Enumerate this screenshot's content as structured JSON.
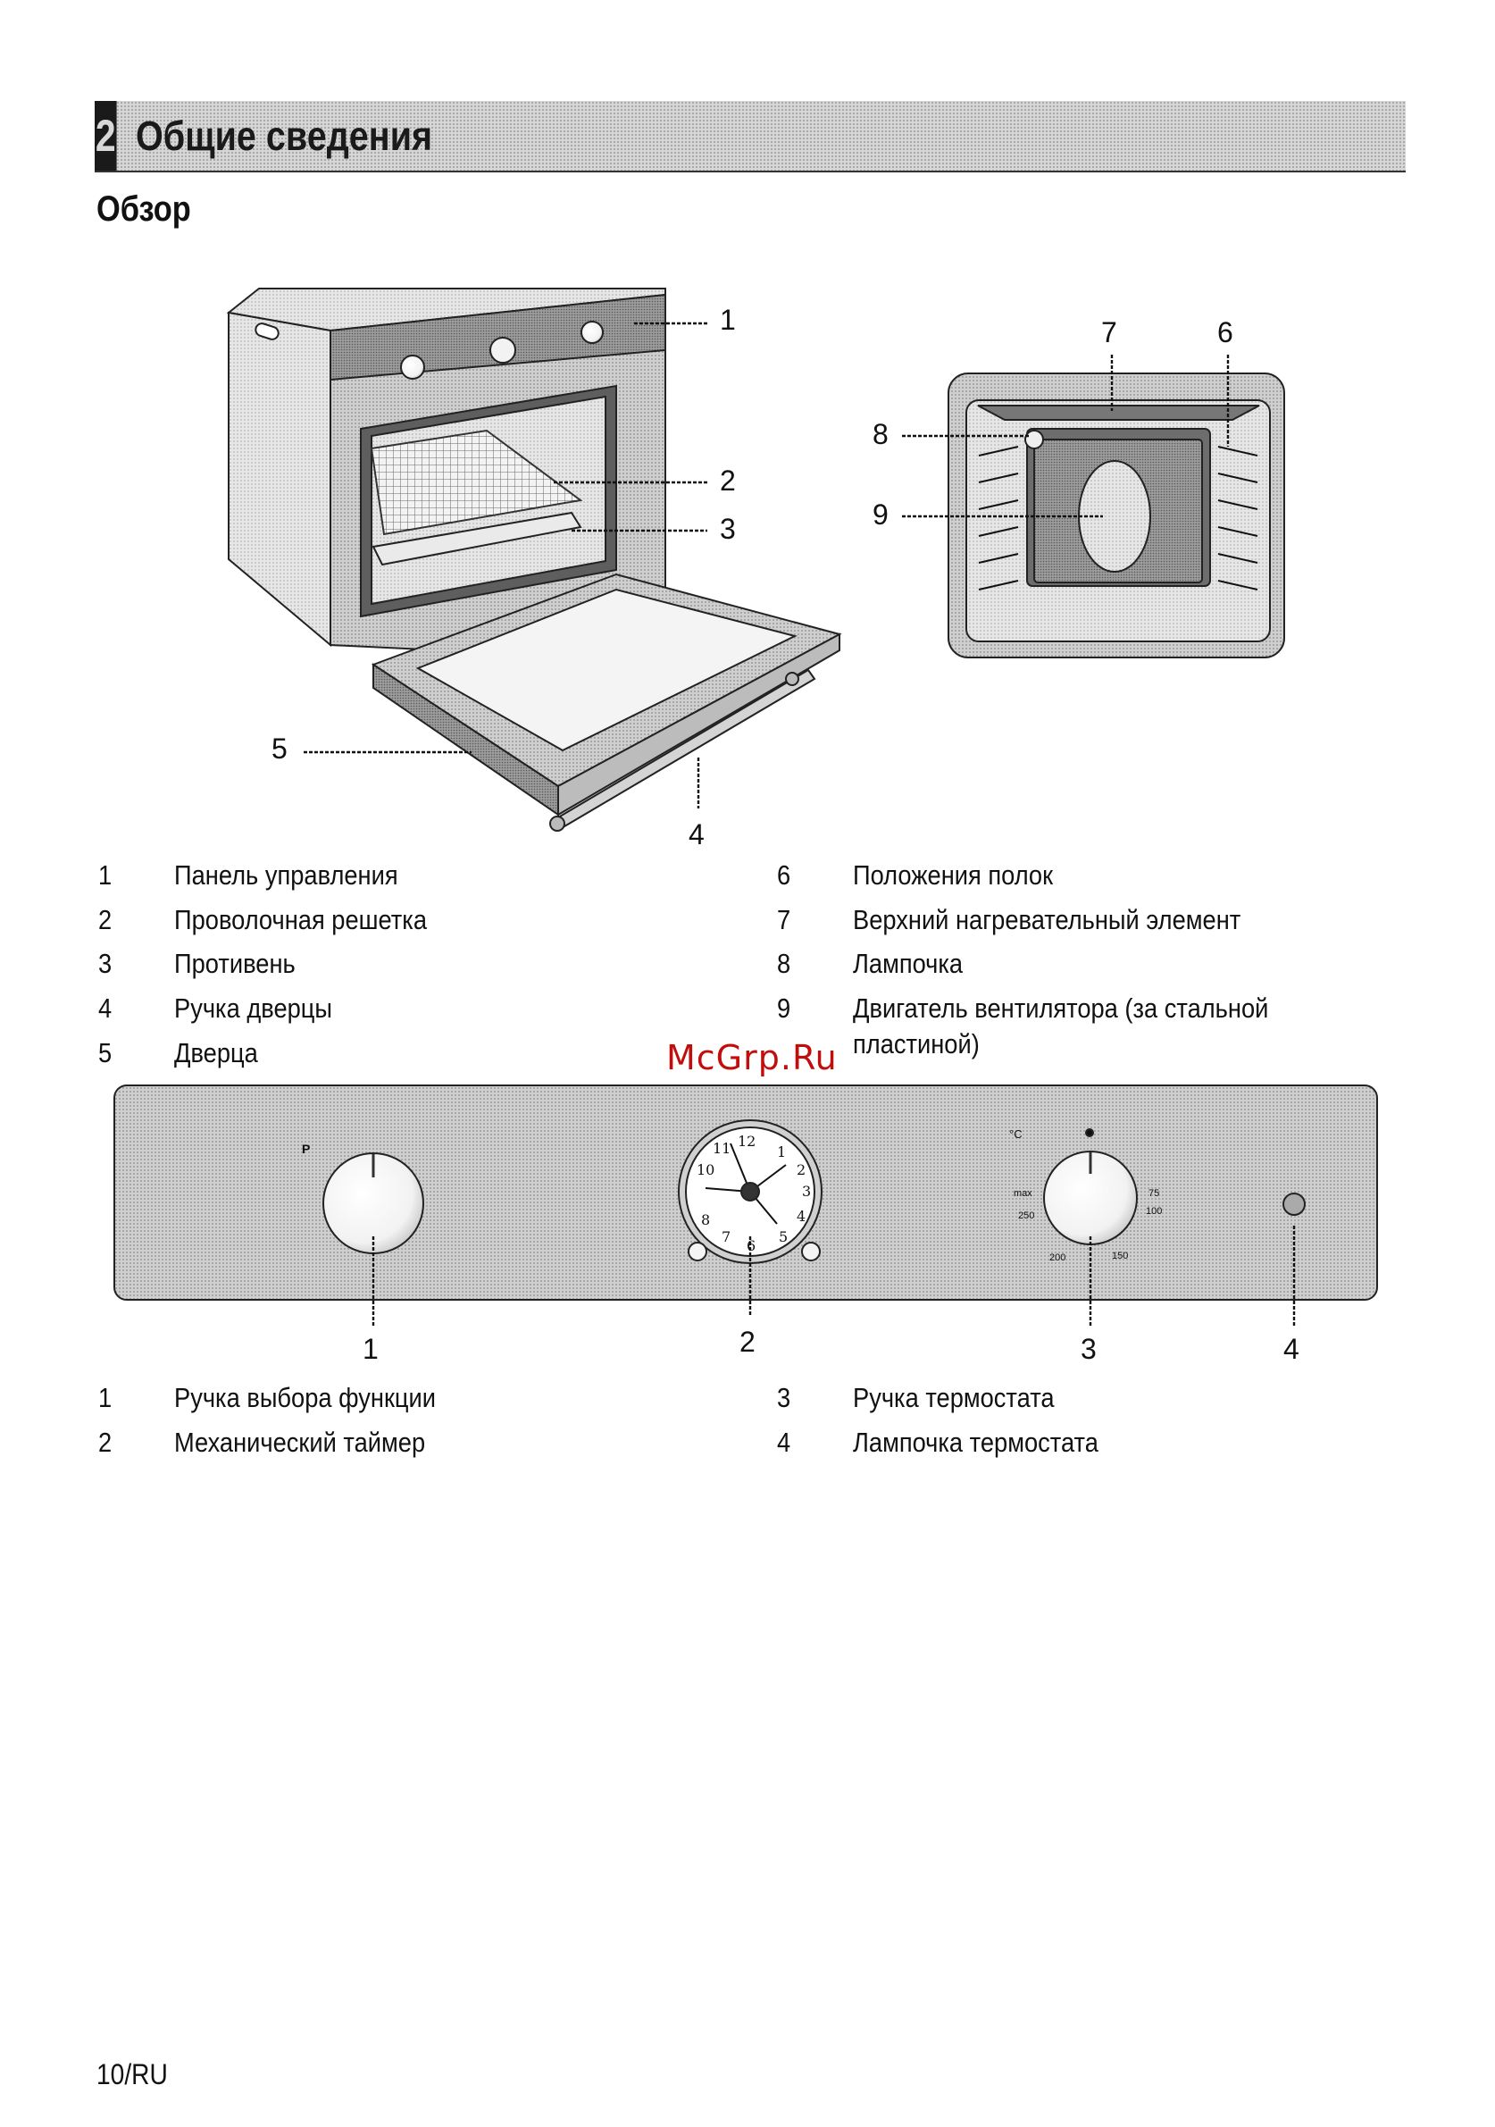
{
  "section": {
    "number": "2",
    "title": "Общие сведения"
  },
  "subtitle": "Обзор",
  "oven_callouts": [
    "1",
    "2",
    "3",
    "4",
    "5",
    "6",
    "7",
    "8",
    "9"
  ],
  "oven_legend": [
    {
      "num": "1",
      "text": "Панель управления"
    },
    {
      "num": "2",
      "text": "Проволочная решетка"
    },
    {
      "num": "3",
      "text": "Противень"
    },
    {
      "num": "4",
      "text": "Ручка дверцы"
    },
    {
      "num": "5",
      "text": "Дверца"
    },
    {
      "num": "6",
      "text": "Положения полок"
    },
    {
      "num": "7",
      "text": "Верхний нагревательный элемент"
    },
    {
      "num": "8",
      "text": "Лампочка"
    },
    {
      "num": "9",
      "text": "Двигатель вентилятора (за стальной пластиной)"
    }
  ],
  "panel_callouts": [
    "1",
    "2",
    "3",
    "4"
  ],
  "panel_legend": [
    {
      "num": "1",
      "text": "Ручка выбора функции"
    },
    {
      "num": "2",
      "text": "Механический таймер"
    },
    {
      "num": "3",
      "text": "Ручка термостата"
    },
    {
      "num": "4",
      "text": "Лампочка термостата"
    }
  ],
  "timer_numbers": [
    "12",
    "1",
    "2",
    "3",
    "4",
    "5",
    "6",
    "7",
    "8",
    "10",
    "11"
  ],
  "thermostat_labels": {
    "unit": "°C",
    "max": "max",
    "t250": "250",
    "t75": "75",
    "t100": "100",
    "t200": "200",
    "t150": "150"
  },
  "function_labels": {
    "p": "P"
  },
  "watermark": "McGrp.Ru",
  "footer": "10/RU"
}
